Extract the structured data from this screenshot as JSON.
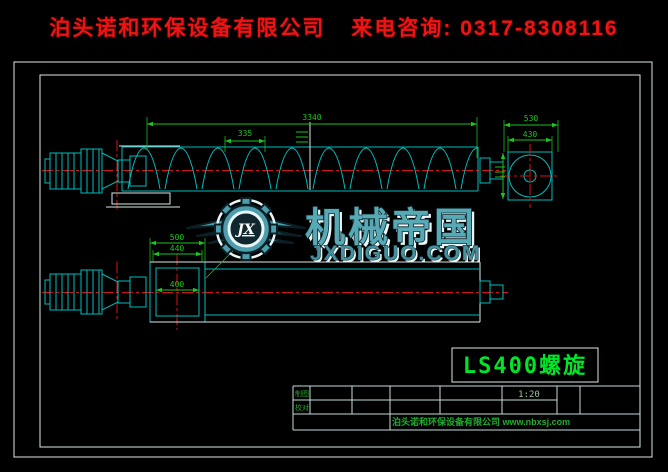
{
  "banner": {
    "company": "泊头诺和环保设备有限公司",
    "contact": "来电咨询: 0317-8308116"
  },
  "watermark": {
    "monogram": "JX",
    "brand": "机械帝国",
    "site": "JXDIGUO.COM"
  },
  "title_block": {
    "drawing_title": "LS400螺旋",
    "scale": "1:20",
    "row_labels": [
      "制图",
      "校对"
    ],
    "footer": "泊头诺和环保设备有限公司  www.nbxsj.com"
  },
  "dimensions": {
    "top_view": {
      "overall_length": "3340",
      "pitch": "335"
    },
    "end_view": {
      "outer_width": "530",
      "inner_width": "430"
    },
    "plan_view": {
      "inlet_outer": "500",
      "inlet_mid": "440",
      "inlet_inner": "400"
    }
  },
  "colors": {
    "banner_red": "#ee1414",
    "geometry_cyan": "#00bdbd",
    "dimension_green": "#1dc51d",
    "centerline_red": "#cf1616",
    "frame_white": "#d9e8e8",
    "title_green": "#00e52a",
    "watermark_teal": "#57a9b5"
  }
}
